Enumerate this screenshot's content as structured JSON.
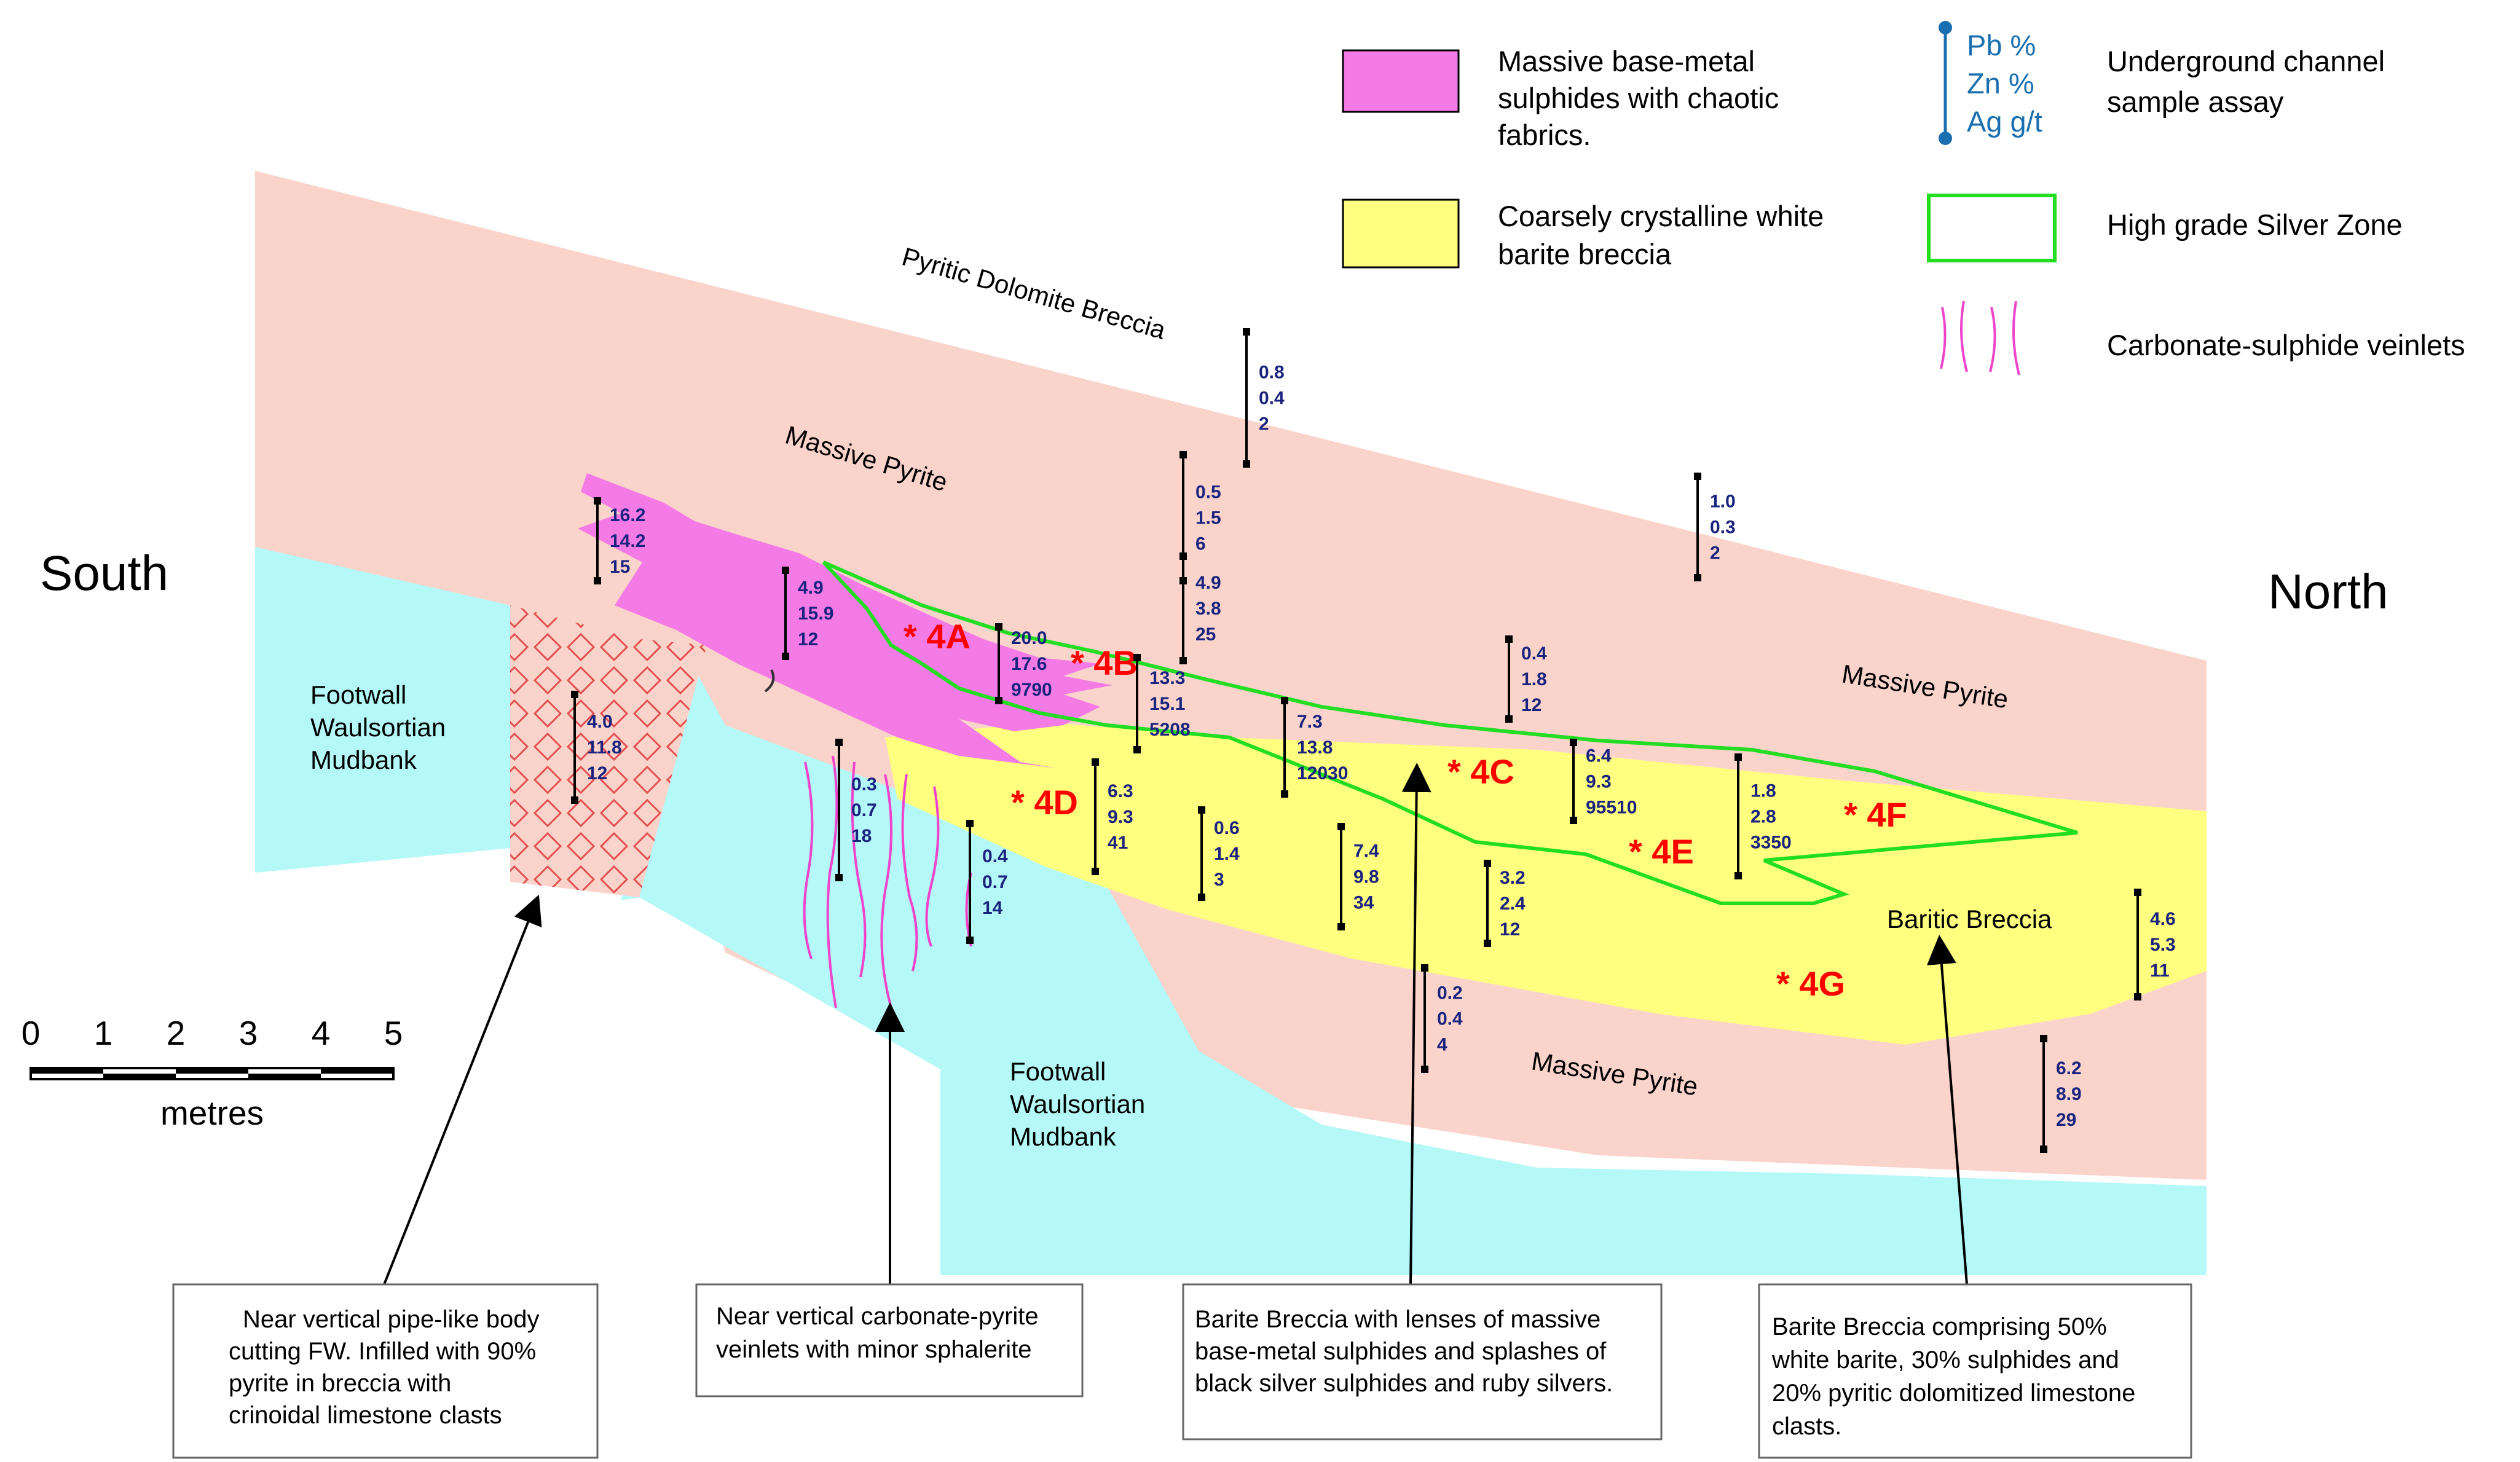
{
  "legend": {
    "massive_sulphides": "Massive base-metal sulphides with chaotic fabrics.",
    "barite_breccia": "Coarsely crystalline white barite breccia",
    "assay_key": {
      "line1": "Pb %",
      "line2": "Zn %",
      "line3": "Ag g/t"
    },
    "assay_label": "Underground channel sample assay",
    "silver_zone": "High grade Silver Zone",
    "veinlets": "Carbonate-sulphide veinlets"
  },
  "directions": {
    "south": "South",
    "north": "North"
  },
  "scale": {
    "ticks": [
      "0",
      "1",
      "2",
      "3",
      "4",
      "5"
    ],
    "unit": "metres"
  },
  "units": {
    "pyritic_dolomite_breccia": "Pyritic Dolomite Breccia",
    "massive_pyrite_upper_left": "Massive Pyrite",
    "massive_pyrite_upper_right": "Massive Pyrite",
    "massive_pyrite_lower": "Massive Pyrite",
    "baritic_breccia": "Baritic Breccia",
    "footwall_left": [
      "Footwall",
      "Waulsortian",
      "Mudbank"
    ],
    "footwall_center": [
      "Footwall",
      "Waulsortian",
      "Mudbank"
    ]
  },
  "samples": [
    "* 4A",
    "* 4B",
    "* 4C",
    "* 4D",
    "* 4E",
    "* 4F",
    "* 4G"
  ],
  "assays": [
    {
      "pb": "0.8",
      "zn": "0.4",
      "ag": "2"
    },
    {
      "pb": "0.5",
      "zn": "1.5",
      "ag": "6"
    },
    {
      "pb": "4.9",
      "zn": "3.8",
      "ag": "25"
    },
    {
      "pb": "1.0",
      "zn": "0.3",
      "ag": "2"
    },
    {
      "pb": "16.2",
      "zn": "14.2",
      "ag": "15"
    },
    {
      "pb": "4.9",
      "zn": "15.9",
      "ag": "12"
    },
    {
      "pb": "20.0",
      "zn": "17.6",
      "ag": "9790"
    },
    {
      "pb": "13.3",
      "zn": "15.1",
      "ag": "5208"
    },
    {
      "pb": "7.3",
      "zn": "13.8",
      "ag": "12030"
    },
    {
      "pb": "0.4",
      "zn": "1.8",
      "ag": "12"
    },
    {
      "pb": "6.4",
      "zn": "9.3",
      "ag": "95510"
    },
    {
      "pb": "1.8",
      "zn": "2.8",
      "ag": "3350"
    },
    {
      "pb": "4.0",
      "zn": "11.8",
      "ag": "12"
    },
    {
      "pb": "0.3",
      "zn": "0.7",
      "ag": "18"
    },
    {
      "pb": "0.4",
      "zn": "0.7",
      "ag": "14"
    },
    {
      "pb": "6.3",
      "zn": "9.3",
      "ag": "41"
    },
    {
      "pb": "0.6",
      "zn": "1.4",
      "ag": "3"
    },
    {
      "pb": "7.4",
      "zn": "9.8",
      "ag": "34"
    },
    {
      "pb": "3.2",
      "zn": "2.4",
      "ag": "12"
    },
    {
      "pb": "0.2",
      "zn": "0.4",
      "ag": "4"
    },
    {
      "pb": "4.6",
      "zn": "5.3",
      "ag": "11"
    },
    {
      "pb": "6.2",
      "zn": "8.9",
      "ag": "29"
    }
  ],
  "callouts": [
    [
      "Near vertical pipe-like body",
      "cutting FW. Infilled with 90%",
      "pyrite in breccia with",
      "crinoidal limestone clasts"
    ],
    [
      "Near vertical carbonate-pyrite",
      "veinlets with minor sphalerite"
    ],
    [
      "Barite Breccia with lenses of massive",
      "base-metal sulphides and splashes of",
      "black silver sulphides and ruby silvers."
    ],
    [
      "Barite Breccia comprising 50%",
      "white barite, 30% sulphides and",
      "20% pyritic dolomitized limestone",
      "clasts."
    ]
  ],
  "colors": {
    "pyrite": "#fad3cb",
    "footwall": "#b4f8f8",
    "sulphides": "#f47ae6",
    "barite": "#ffff80",
    "silver_zone": "#22dd22",
    "veinlets": "#ee44cc",
    "assay_text": "#1a237e",
    "sample_label": "#ff0000"
  }
}
